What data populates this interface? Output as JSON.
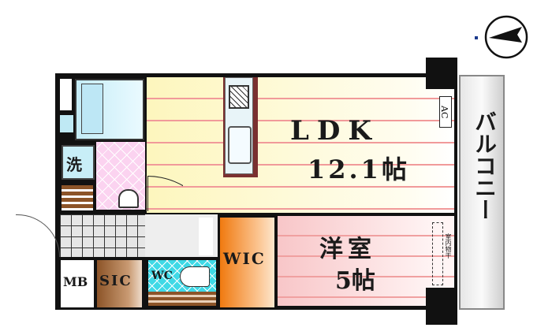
{
  "rooms": {
    "ldk": {
      "name": "LDK",
      "size": "12.1帖"
    },
    "western_room": {
      "name": "洋室",
      "size": "5帖"
    },
    "balcony": "バルコニー",
    "wic": "WIC",
    "sic": "SIC",
    "mb": "MB",
    "wc": "WC",
    "washer": "洗",
    "ac": "AC",
    "indoor_drying": "室内物干"
  },
  "colors": {
    "wic": "#f07a10",
    "ldk": "#fdf6bd",
    "western_room": "#f8c6c8",
    "wc": "#3fd9e6"
  },
  "compass": {
    "icon": "north-arrow-icon",
    "direction": "left"
  }
}
